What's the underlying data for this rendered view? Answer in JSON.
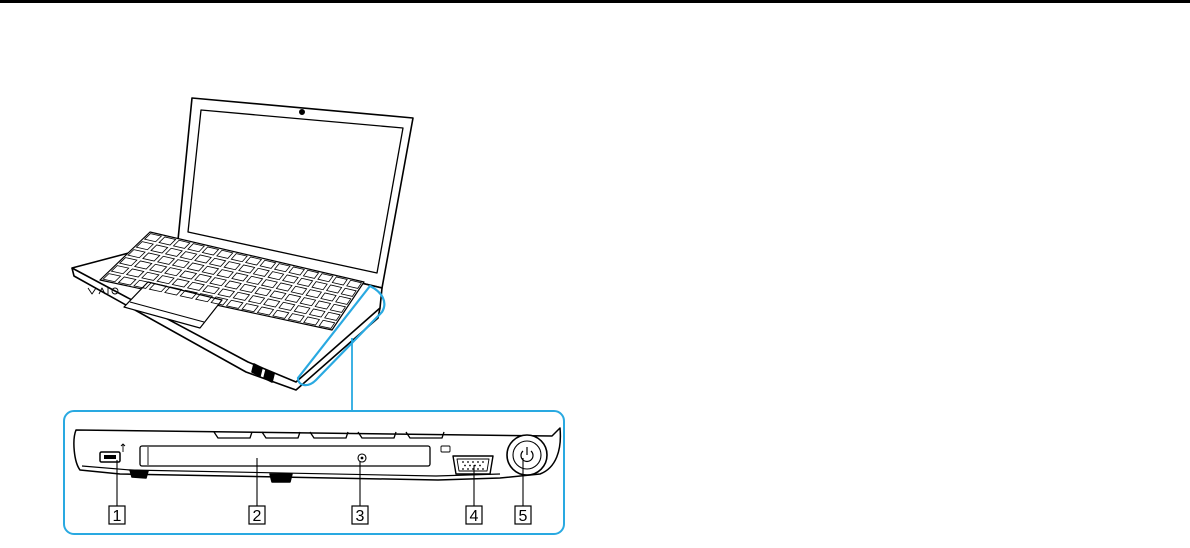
{
  "accent_color": "#29a9e1",
  "rule_color": "#000000",
  "figure": {
    "callouts": [
      {
        "number": "1",
        "target": "usb-port"
      },
      {
        "number": "2",
        "target": "optical-disc-drive"
      },
      {
        "number": "3",
        "target": "drive-indicator"
      },
      {
        "number": "4",
        "target": "monitor-port"
      },
      {
        "number": "5",
        "target": "power-button"
      }
    ]
  }
}
